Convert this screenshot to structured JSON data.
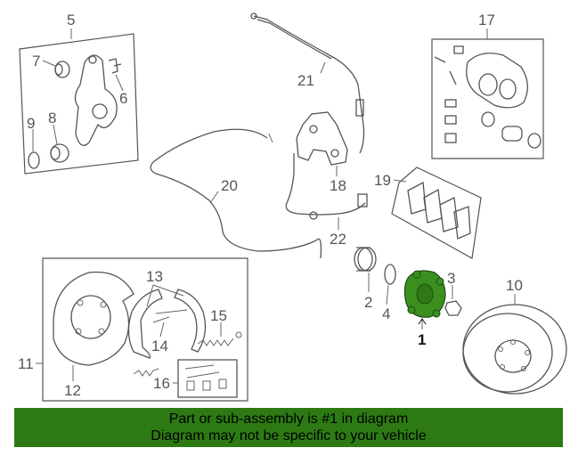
{
  "callouts": {
    "c1": "1",
    "c2": "2",
    "c3": "3",
    "c4": "4",
    "c5": "5",
    "c6": "6",
    "c7": "7",
    "c8": "8",
    "c9": "9",
    "c10": "10",
    "c11": "11",
    "c12": "12",
    "c13": "13",
    "c14": "14",
    "c15": "15",
    "c16": "16",
    "c17": "17",
    "c18": "18",
    "c19": "19",
    "c20": "20",
    "c21": "21",
    "c22": "22"
  },
  "highlight": {
    "part": "1",
    "color": "#3a8f1f"
  },
  "banner": {
    "line1": "Part or sub-assembly is #1 in diagram",
    "line2": "Diagram may not be specific to your vehicle",
    "color": "#2d7a14"
  }
}
